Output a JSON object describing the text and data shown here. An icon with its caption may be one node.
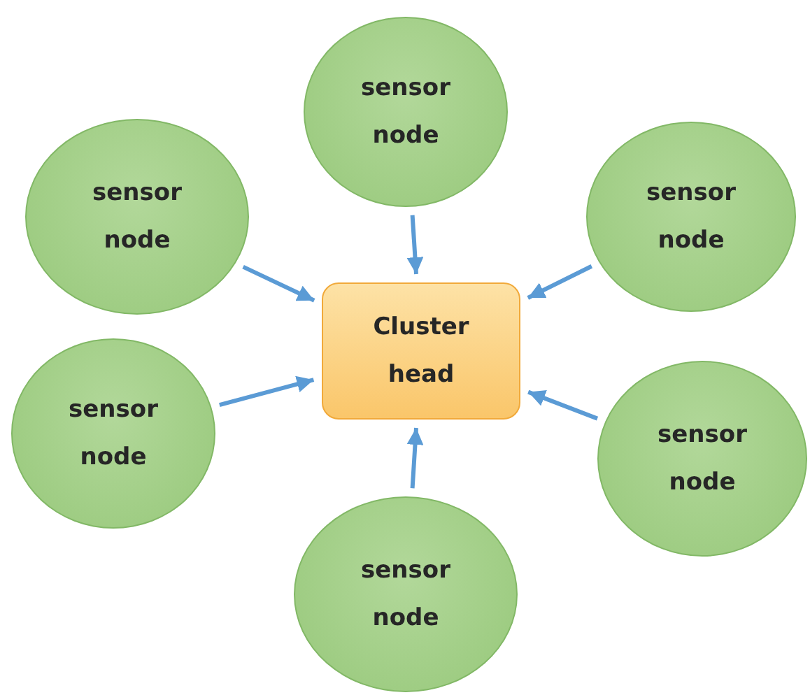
{
  "diagram": {
    "nodes": [
      {
        "text": [
          "sensor node"
        ]
      },
      {
        "text": [
          "sensor node"
        ]
      },
      {
        "text": [
          "sensor node"
        ]
      },
      {
        "text": [
          "Cluster head"
        ]
      },
      {
        "text": [
          "sensor node"
        ]
      },
      {
        "text": [
          "sensor node"
        ]
      },
      {
        "text": [
          "sensor node"
        ]
      }
    ],
    "edges": [
      {
        "from": 0,
        "to": 3,
        "arrow": "to"
      },
      {
        "from": 1,
        "to": 3,
        "arrow": "to"
      },
      {
        "from": 2,
        "to": 3,
        "arrow": "to"
      },
      {
        "from": 4,
        "to": 3,
        "arrow": "to"
      },
      {
        "from": 5,
        "to": 3,
        "arrow": "to"
      },
      {
        "from": 6,
        "to": 3,
        "arrow": "to"
      }
    ]
  }
}
